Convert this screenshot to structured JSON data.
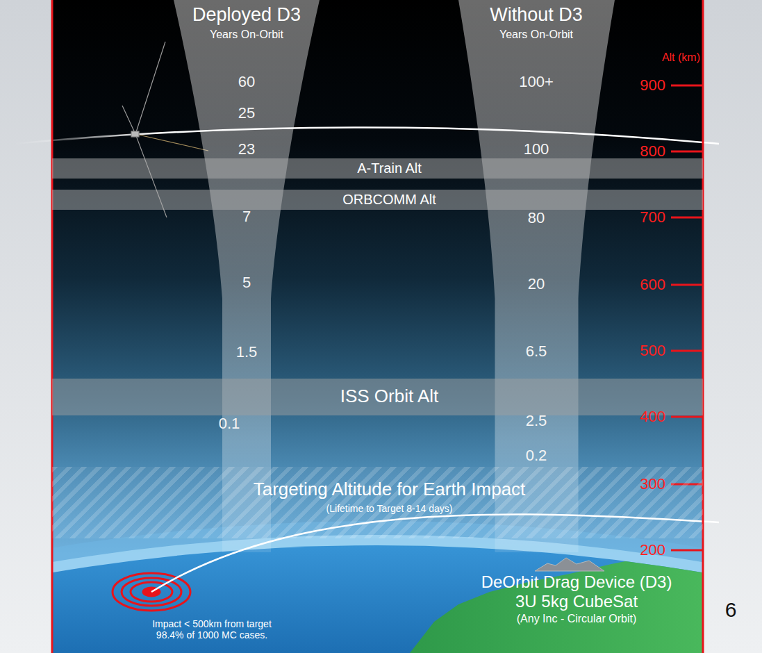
{
  "diagram": {
    "nodes": [
      {
        "text": [
          "Deployed D3",
          "Years On-Orbit"
        ]
      },
      {
        "text": [
          "Without D3",
          "Years On-Orbit"
        ]
      },
      {
        "text": [
          "A-Train Alt"
        ]
      },
      {
        "text": [
          "ORBCOMM Alt"
        ]
      },
      {
        "text": [
          "ISS Orbit Alt"
        ]
      },
      {
        "text": [
          "Targeting Altitude for Earth Impact",
          "(Lifetime to Target 8-14 days)"
        ]
      }
    ],
    "labels": [
      "Alt (km)",
      "900",
      "800",
      "700",
      "600",
      "500",
      "400",
      "300",
      "200",
      "60",
      "25",
      "23",
      "7",
      "5",
      "1.5",
      "0.1",
      "100+",
      "100",
      "80",
      "20",
      "6.5",
      "2.5",
      "0.2",
      "Impact < 500km from target 98.4% of 1000 MC cases.",
      "DeOrbit Drag Device (D3)",
      "3U 5kg CubeSat",
      "(Any Inc - Circular Orbit)",
      "6"
    ]
  }
}
